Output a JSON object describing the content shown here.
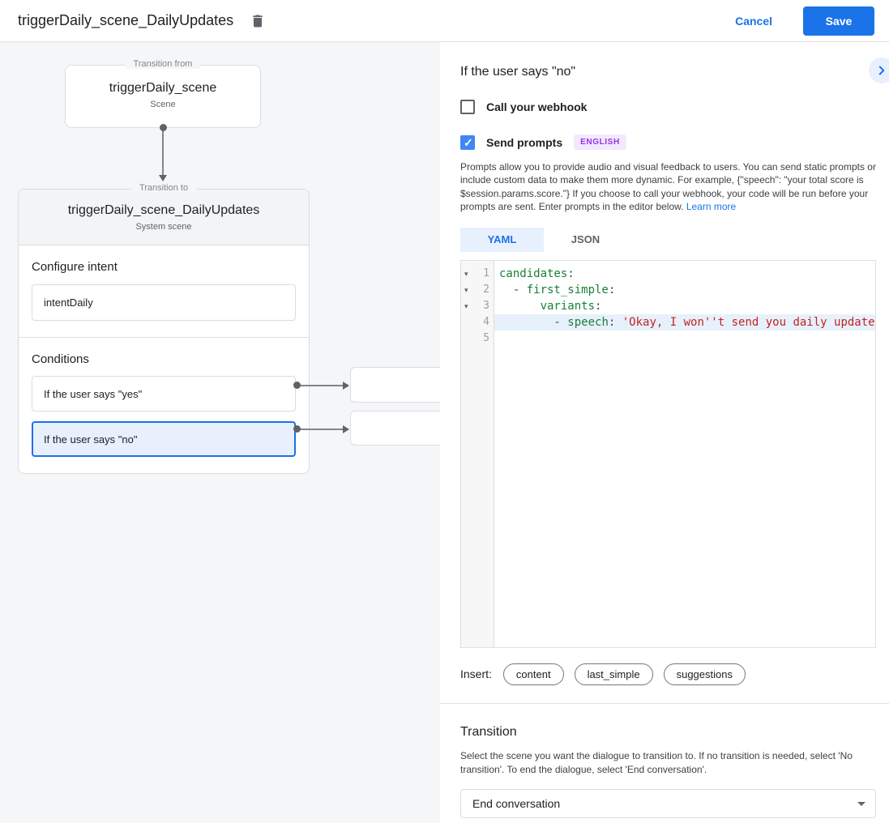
{
  "header": {
    "title": "triggerDaily_scene_DailyUpdates",
    "cancel_label": "Cancel",
    "save_label": "Save"
  },
  "canvas": {
    "from_box": {
      "legend": "Transition from",
      "title": "triggerDaily_scene",
      "subtitle": "Scene"
    },
    "to_box": {
      "legend": "Transition to",
      "title": "triggerDaily_scene_DailyUpdates",
      "subtitle": "System scene",
      "configure_intent_label": "Configure intent",
      "intent_value": "intentDaily",
      "conditions_label": "Conditions",
      "conditions": [
        {
          "label": "If the user says \"yes\"",
          "selected": false
        },
        {
          "label": "If the user says \"no\"",
          "selected": true
        }
      ]
    }
  },
  "panel": {
    "heading": "If the user says \"no\"",
    "chevron_icon": "chevron-right",
    "webhook": {
      "label": "Call your webhook",
      "checked": false
    },
    "prompts": {
      "label": "Send prompts",
      "checked": true,
      "badge": "ENGLISH"
    },
    "description": "Prompts allow you to provide audio and visual feedback to users. You can send static prompts or include custom data to make them more dynamic. For example, {\"speech\": \"your total score is $session.params.score.\"} If you choose to call your webhook, your code will be run before your prompts are sent. Enter prompts in the editor below. ",
    "learn_more": "Learn more",
    "tabs": [
      {
        "label": "YAML",
        "active": true
      },
      {
        "label": "JSON",
        "active": false
      }
    ],
    "editor": {
      "lines": [
        {
          "num": 1,
          "fold": true,
          "highlight": false,
          "tokens": [
            {
              "t": "key",
              "s": "candidates"
            },
            {
              "t": "plain",
              "s": ":"
            }
          ]
        },
        {
          "num": 2,
          "fold": true,
          "highlight": false,
          "tokens": [
            {
              "t": "plain",
              "s": "  - "
            },
            {
              "t": "key",
              "s": "first_simple"
            },
            {
              "t": "plain",
              "s": ":"
            }
          ]
        },
        {
          "num": 3,
          "fold": true,
          "highlight": false,
          "tokens": [
            {
              "t": "plain",
              "s": "      "
            },
            {
              "t": "key",
              "s": "variants"
            },
            {
              "t": "plain",
              "s": ":"
            }
          ]
        },
        {
          "num": 4,
          "fold": false,
          "highlight": true,
          "tokens": [
            {
              "t": "plain",
              "s": "        - "
            },
            {
              "t": "key",
              "s": "speech"
            },
            {
              "t": "plain",
              "s": ": "
            },
            {
              "t": "string",
              "s": "'Okay, I won''t send you daily update"
            }
          ]
        },
        {
          "num": 5,
          "fold": false,
          "highlight": false,
          "tokens": []
        }
      ]
    },
    "insert": {
      "label": "Insert:",
      "chips": [
        "content",
        "last_simple",
        "suggestions"
      ]
    },
    "transition": {
      "heading": "Transition",
      "description": "Select the scene you want the dialogue to transition to. If no transition is needed, select 'No transition'. To end the dialogue, select 'End conversation'.",
      "value": "End conversation"
    }
  },
  "colors": {
    "accent": "#1a73e8",
    "accent_light": "#e8f0fe",
    "badge_fg": "#9334e6",
    "badge_bg": "#f3e8fd",
    "code_key": "#188038",
    "code_string": "#c5221f"
  }
}
